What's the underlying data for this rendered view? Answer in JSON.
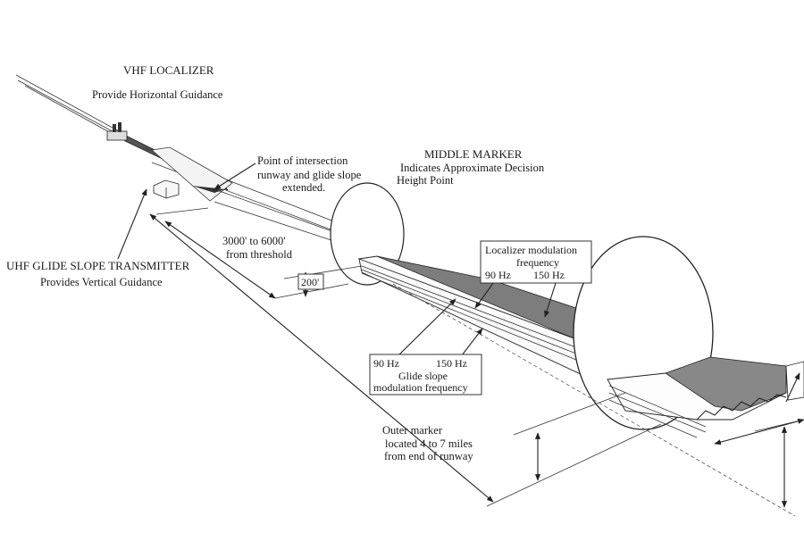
{
  "diagram": {
    "localizer": {
      "title": "VHF LOCALIZER",
      "subtitle": "Provide Horizontal Guidance"
    },
    "glide_slope_transmitter": {
      "title": "UHF GLIDE SLOPE TRANSMITTER",
      "subtitle": "Provides Vertical Guidance"
    },
    "intersection_point": {
      "line1": "Point of intersection",
      "line2": "runway and glide slope",
      "line3": "extended."
    },
    "middle_marker": {
      "title": "MIDDLE MARKER",
      "line1": "Indicates Approximate Decision",
      "line2": "Height Point"
    },
    "threshold_distance": {
      "line1": "3000' to 6000'",
      "line2": "from threshold"
    },
    "height": "200'",
    "localizer_modulation": {
      "line1": "Localizer modulation",
      "line2": "frequency",
      "left_freq": "90 Hz",
      "right_freq": "150 Hz"
    },
    "glide_slope_modulation": {
      "left_freq": "90 Hz",
      "right_freq": "150 Hz",
      "line1": "Glide slope",
      "line2": "modulation frequency"
    },
    "outer_marker": {
      "line1": "Outer marker",
      "line2": "located 4 to 7 miles",
      "line3": "from end of runway"
    }
  }
}
